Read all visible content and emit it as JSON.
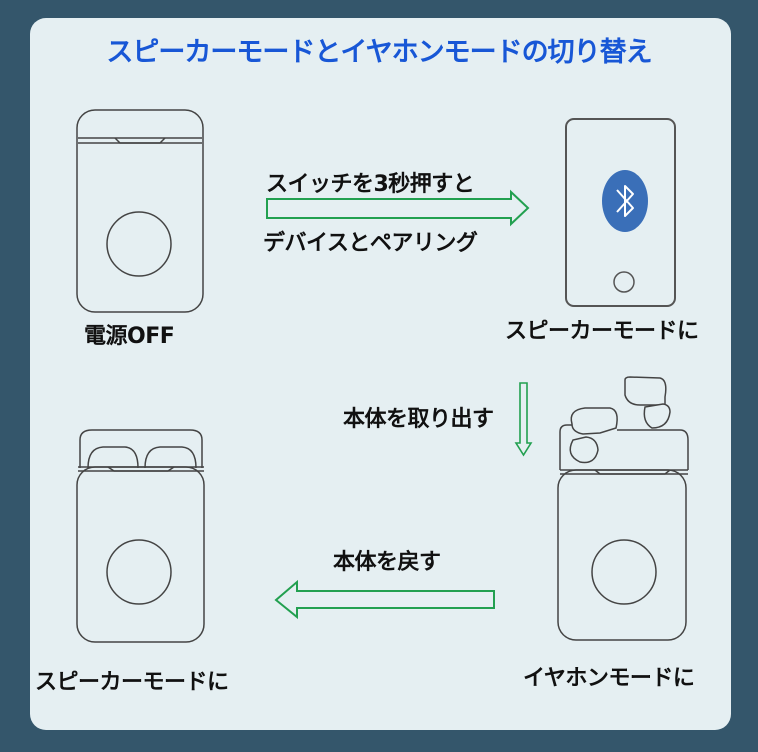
{
  "title": "スピーカーモードとイヤホンモードの切り替え",
  "steps": [
    {
      "label": "電源OFF",
      "illustration": "closed-case"
    },
    {
      "label": "スピーカーモードに",
      "illustration": "phone-bluetooth"
    },
    {
      "label": "イヤホンモードに",
      "illustration": "open-case-earbuds-out"
    },
    {
      "label": "スピーカーモードに",
      "illustration": "open-case-earbuds-in"
    }
  ],
  "arrows": [
    {
      "direction": "right",
      "text_above": "スイッチを3秒押すと",
      "text_below": "デバイスとペアリング"
    },
    {
      "direction": "down",
      "text": "本体を取り出す"
    },
    {
      "direction": "left",
      "text": "本体を戻す"
    }
  ],
  "colors": {
    "background": "#34566b",
    "panel": "#e5eff2",
    "title": "#1857d6",
    "arrow": "#22a050",
    "bluetooth": "#3a6fb8",
    "outline": "#444444"
  }
}
